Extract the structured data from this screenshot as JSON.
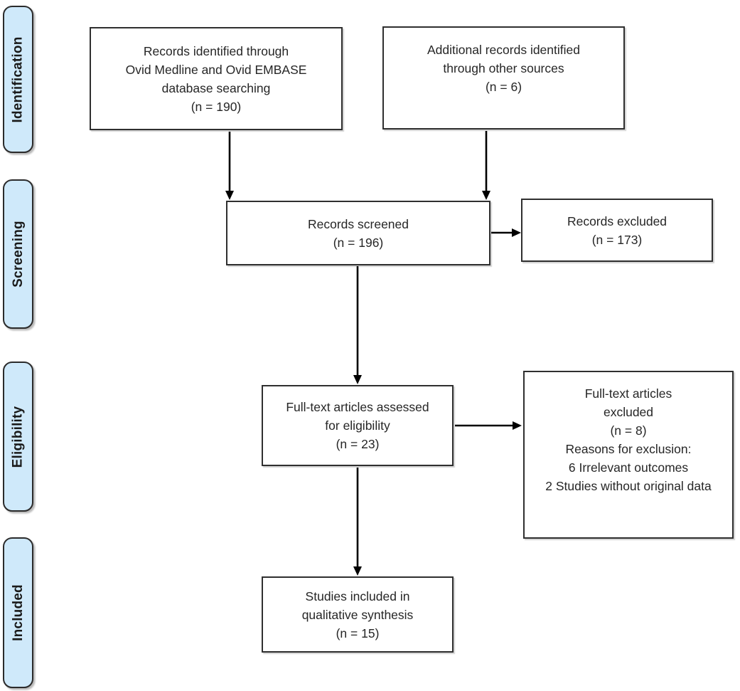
{
  "stages": [
    {
      "id": "identification",
      "label": "Identification"
    },
    {
      "id": "screening",
      "label": "Screening"
    },
    {
      "id": "eligibility",
      "label": "Eligibility"
    },
    {
      "id": "included",
      "label": "Included"
    }
  ],
  "boxes": {
    "identified": {
      "lines": [
        "Records identified through",
        "Ovid Medline and Ovid EMBASE",
        "database searching",
        "(n = 190)"
      ]
    },
    "additional": {
      "lines": [
        "Additional records identified",
        "through other sources",
        "(n = 6)"
      ]
    },
    "screened": {
      "lines": [
        "Records screened",
        "(n = 196)"
      ]
    },
    "records_excluded": {
      "lines": [
        "Records excluded",
        "(n = 173)"
      ]
    },
    "fulltext_assessed": {
      "lines": [
        "Full-text articles assessed",
        "for eligibility",
        "(n = 23)"
      ]
    },
    "fulltext_excluded": {
      "lines": [
        "Full-text articles",
        "excluded",
        "(n = 8)",
        "Reasons for exclusion:",
        "6 Irrelevant outcomes",
        "2 Studies without original data"
      ]
    },
    "included_studies": {
      "lines": [
        "Studies included in",
        "qualitative synthesis",
        "(n = 15)"
      ]
    }
  },
  "counts": {
    "identified_database": 190,
    "additional_sources": 6,
    "screened": 196,
    "records_excluded": 173,
    "fulltext_assessed": 23,
    "fulltext_excluded": 8,
    "excluded_irrelevant_outcomes": 6,
    "excluded_without_original_data": 2,
    "included_qualitative_synthesis": 15
  },
  "colors": {
    "stage_fill": "#cfe9fa",
    "stage_border": "#2b2b2b",
    "box_border": "#2f2f2f",
    "box_fill": "#ffffff",
    "text": "#262626",
    "arrow": "#000000"
  }
}
